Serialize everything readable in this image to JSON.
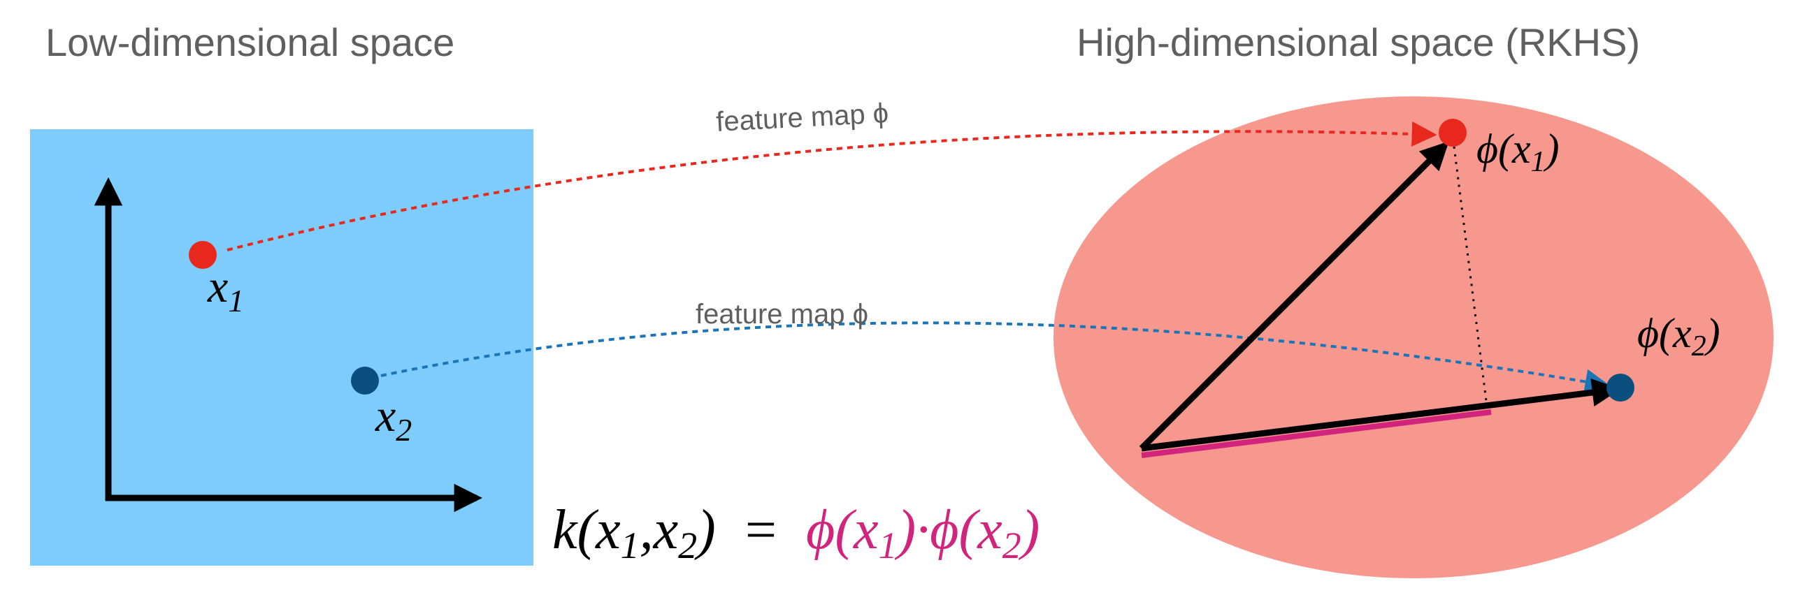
{
  "titles": {
    "low": "Low-dimensional space",
    "high": "High-dimensional space (RKHS)"
  },
  "arrows": {
    "top_label": "feature map ϕ",
    "bottom_label": "feature map ϕ"
  },
  "points": {
    "x1": {
      "base": "x",
      "sub": "1"
    },
    "x2": {
      "base": "x",
      "sub": "2"
    },
    "phi_x1": {
      "pre": "ϕ(x",
      "sub": "1",
      "post": ")"
    },
    "phi_x2": {
      "pre": "ϕ(x",
      "sub": "2",
      "post": ")"
    }
  },
  "equation": {
    "lhs_pre": "k(x",
    "lhs_sub1": "1",
    "lhs_mid": ",x",
    "lhs_sub2": "2",
    "lhs_post": ")",
    "equals": "=",
    "rhs_pre": "ϕ(x",
    "rhs_sub1": "1",
    "rhs_mid": ")·ϕ(x",
    "rhs_sub2": "2",
    "rhs_post": ")"
  },
  "colors": {
    "low_space_fill": "#7dccfc",
    "high_space_fill": "#f7988e",
    "point_red": "#e8271d",
    "point_blue": "#0a4f7e",
    "map_red": "#e8271d",
    "map_blue": "#1a74b8",
    "projection_magenta": "#d1257d",
    "title_gray": "#5f5f5f",
    "vector_black": "#000000"
  }
}
